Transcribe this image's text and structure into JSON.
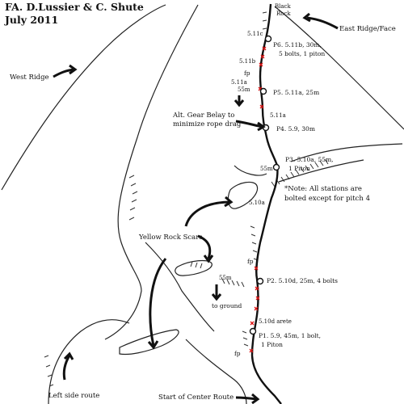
{
  "header": {
    "line1": "FA. D.Lussier & C. Shute",
    "line2": "July 2011"
  },
  "features": {
    "black_rock": [
      "Black",
      "Rock"
    ],
    "east_ridge": "East Ridge/Face",
    "west_ridge": "West Ridge",
    "yellow_scars": "Yellow Rock Scars",
    "left_side": "Left side route",
    "start_center": "Start of Center Route",
    "to_ground": "to ground",
    "alt_gear": [
      "Alt. Gear Belay to",
      "minimize rope drag"
    ]
  },
  "note": [
    "*Note: All stations are",
    "bolted except for pitch 4"
  ],
  "pitches": {
    "p6": [
      "P6. 5.11b, 30m,",
      "5 bolts, 1 piton"
    ],
    "p5": "P5. 5.11a, 25m",
    "p4": "P4. 5.9, 30m",
    "p3": [
      "P3. 5.10a, 55m,",
      "1 Piton"
    ],
    "p2": "P2. 5.10d, 25m, 4 bolts",
    "p1": [
      "P1. 5.9, 45m, 1 bolt,",
      "1 Piton"
    ]
  },
  "grades": {
    "g1": "5.11c",
    "g2": "5.11b",
    "g3": "5.11a",
    "g4": "5.11a",
    "g5": "5.10a",
    "g6": "5.10d  arete"
  },
  "markers": {
    "fp_top": "fp",
    "fp_mid": "fp",
    "fp_bottom": "fp",
    "rap_top": "55m",
    "rap_mid": "55m",
    "rap_low": "55m"
  },
  "colors": {
    "ink": "#111111",
    "bolt": "#dd1111"
  }
}
